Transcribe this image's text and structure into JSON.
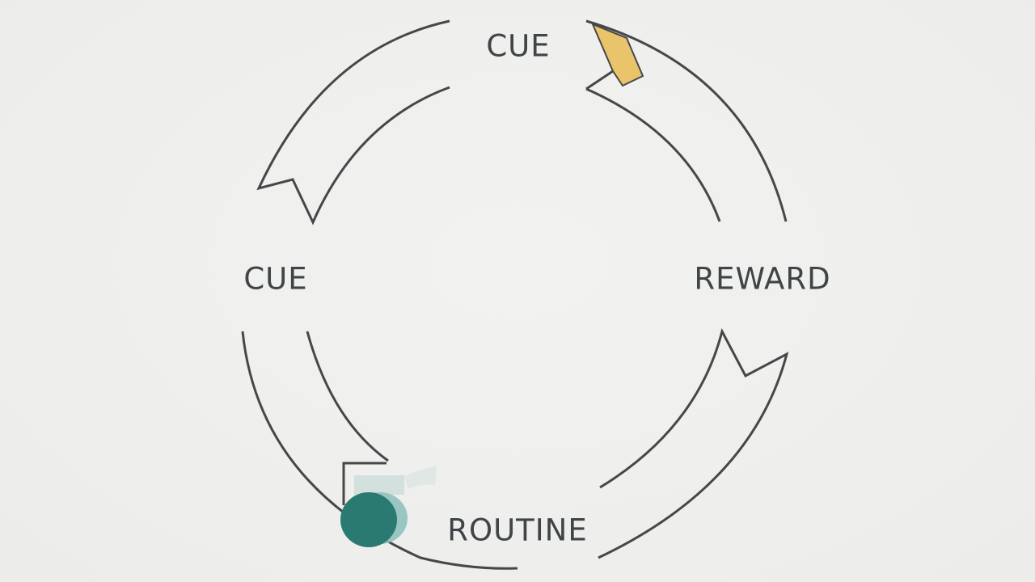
{
  "diagram": {
    "labels": {
      "top": "CUE",
      "left": "CUE",
      "right": "REWARD",
      "bottom": "ROUTINE"
    },
    "colors": {
      "background": "#efefed",
      "stroke": "#454849",
      "text": "#3f4446",
      "accent_yellow": "#e9c46a",
      "accent_teal": "#2a7a72",
      "accent_teal_light": "#8fc1bc"
    }
  }
}
